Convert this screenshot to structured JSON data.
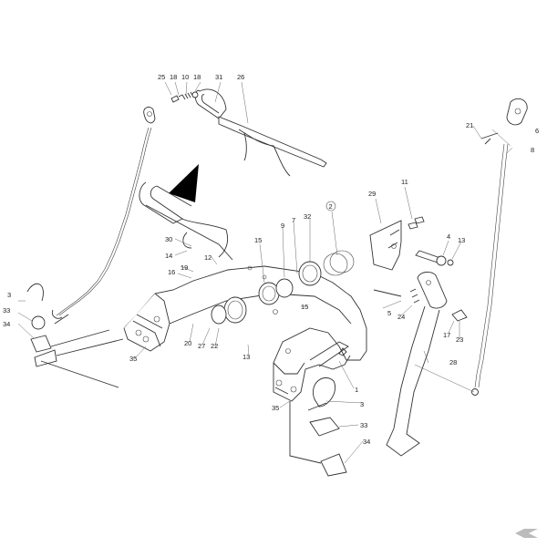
{
  "diagram": {
    "callouts": [
      {
        "id": "c25",
        "label": "25"
      },
      {
        "id": "c18a",
        "label": "18"
      },
      {
        "id": "c10",
        "label": "10"
      },
      {
        "id": "c18b",
        "label": "18"
      },
      {
        "id": "c31",
        "label": "31"
      },
      {
        "id": "c26",
        "label": "26"
      },
      {
        "id": "c21",
        "label": "21"
      },
      {
        "id": "c6",
        "label": "6"
      },
      {
        "id": "c8",
        "label": "8"
      },
      {
        "id": "c11",
        "label": "11"
      },
      {
        "id": "c29",
        "label": "29"
      },
      {
        "id": "c2",
        "label": "2"
      },
      {
        "id": "c4",
        "label": "4"
      },
      {
        "id": "c13a",
        "label": "13"
      },
      {
        "id": "c9",
        "label": "9"
      },
      {
        "id": "c7",
        "label": "7"
      },
      {
        "id": "c32",
        "label": "32"
      },
      {
        "id": "c15a",
        "label": "15"
      },
      {
        "id": "c30",
        "label": "30"
      },
      {
        "id": "c14",
        "label": "14"
      },
      {
        "id": "c12",
        "label": "12"
      },
      {
        "id": "c16",
        "label": "16"
      },
      {
        "id": "c19",
        "label": "19"
      },
      {
        "id": "c3a",
        "label": "3"
      },
      {
        "id": "c33a",
        "label": "33"
      },
      {
        "id": "c34a",
        "label": "34"
      },
      {
        "id": "c15b",
        "label": "15"
      },
      {
        "id": "c5",
        "label": "5"
      },
      {
        "id": "c24",
        "label": "24"
      },
      {
        "id": "c17",
        "label": "17"
      },
      {
        "id": "c23",
        "label": "23"
      },
      {
        "id": "c20",
        "label": "20"
      },
      {
        "id": "c27",
        "label": "27"
      },
      {
        "id": "c22",
        "label": "22"
      },
      {
        "id": "c35a",
        "label": "35"
      },
      {
        "id": "c13b",
        "label": "13"
      },
      {
        "id": "c28",
        "label": "28"
      },
      {
        "id": "c1",
        "label": "1"
      },
      {
        "id": "c3b",
        "label": "3"
      },
      {
        "id": "c35b",
        "label": "35"
      },
      {
        "id": "c33b",
        "label": "33"
      },
      {
        "id": "c34b",
        "label": "34"
      }
    ],
    "highlighted_callout": "2",
    "pointer_icon": "triangle-pointer-icon",
    "logo_icon": "brand-logo-icon"
  }
}
